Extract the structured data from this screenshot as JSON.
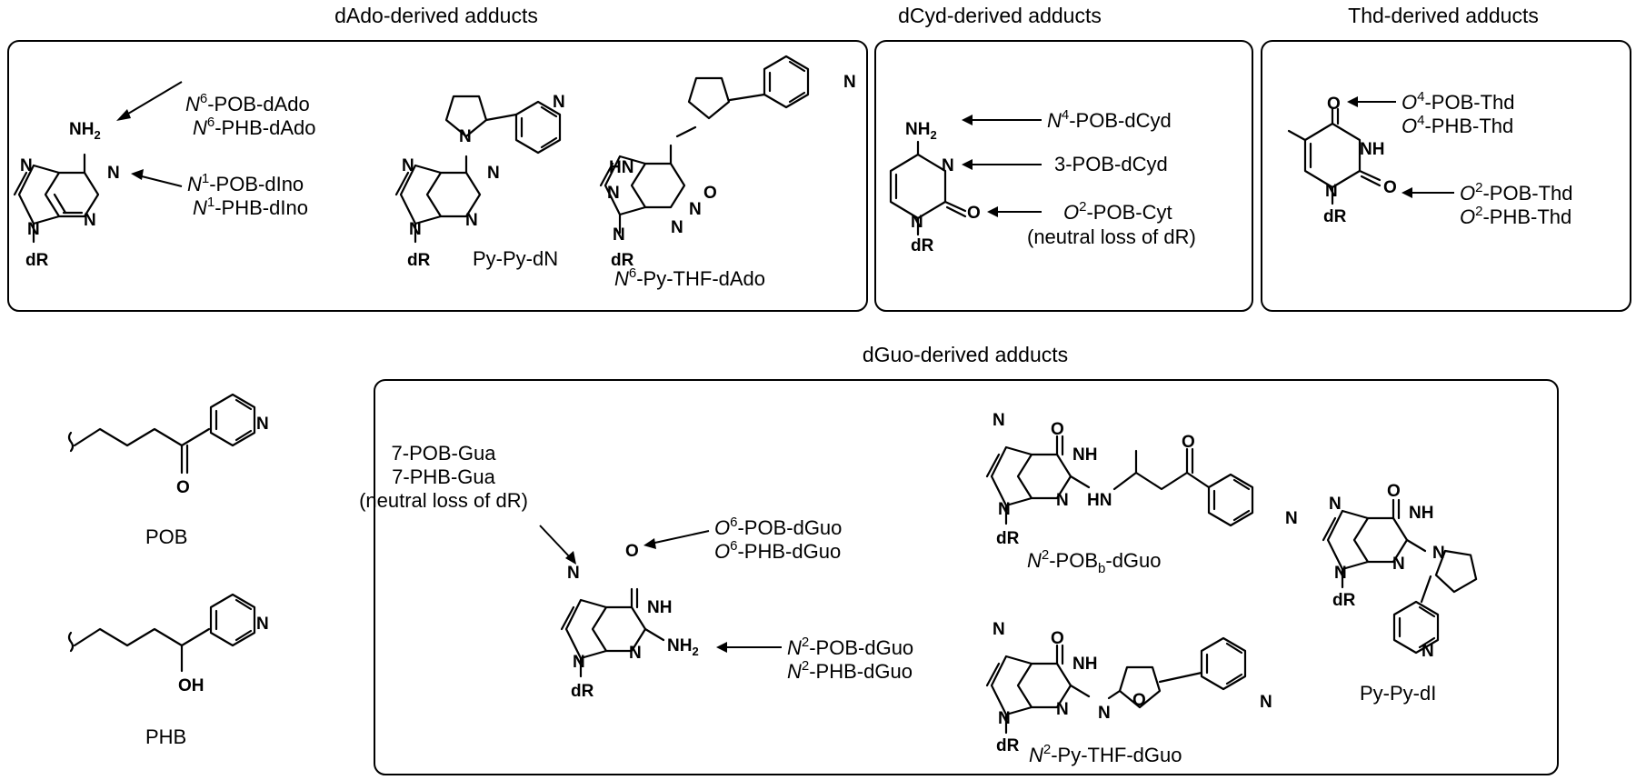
{
  "groups": {
    "dado": "dAdo-derived adducts",
    "dcyd": "dCyd-derived adducts",
    "thd": "Thd-derived adducts",
    "dguo": "dGuo-derived adducts"
  },
  "atoms": {
    "N": "N",
    "O": "O",
    "NH": "NH",
    "HN": "HN",
    "OH": "OH",
    "NH2": "NH",
    "sub2": "2",
    "dR": "dR"
  },
  "adducts": {
    "n6_pob_dado": {
      "pre": "N",
      "sup": "6",
      "post": "-POB-dAdo"
    },
    "n6_phb_dado": {
      "pre": "N",
      "sup": "6",
      "post": "-PHB-dAdo"
    },
    "n1_pob_dino": {
      "pre": "N",
      "sup": "1",
      "post": "-POB-dIno"
    },
    "n1_phb_dino": {
      "pre": "N",
      "sup": "1",
      "post": "-PHB-dIno"
    },
    "py_py_dn": "Py-Py-dN",
    "n6_py_thf_dado": {
      "pre": "N",
      "sup": "6",
      "post": "-Py-THF-dAdo"
    },
    "n4_pob_dcyd": {
      "pre": "N",
      "sup": "4",
      "post": "-POB-dCyd"
    },
    "pob3_dcyd": "3-POB-dCyd",
    "o2_pob_cyt": {
      "pre": "O",
      "sup": "2",
      "post": "-POB-Cyt"
    },
    "neutral_loss": "(neutral loss of dR)",
    "o4_pob_thd": {
      "pre": "O",
      "sup": "4",
      "post": "-POB-Thd"
    },
    "o4_phb_thd": {
      "pre": "O",
      "sup": "4",
      "post": "-PHB-Thd"
    },
    "o2_pob_thd": {
      "pre": "O",
      "sup": "2",
      "post": "-POB-Thd"
    },
    "o2_phb_thd": {
      "pre": "O",
      "sup": "2",
      "post": "-PHB-Thd"
    },
    "pob7_gua": "7-POB-Gua",
    "phb7_gua": "7-PHB-Gua",
    "o6_pob_dguo": {
      "pre": "O",
      "sup": "6",
      "post": "-POB-dGuo"
    },
    "o6_phb_dguo": {
      "pre": "O",
      "sup": "6",
      "post": "-PHB-dGuo"
    },
    "n2_pob_dguo": {
      "pre": "N",
      "sup": "2",
      "post": "-POB-dGuo"
    },
    "n2_phb_dguo": {
      "pre": "N",
      "sup": "2",
      "post": "-PHB-dGuo"
    },
    "n2_pobb_dguo": {
      "pre": "N",
      "sup": "2",
      "mid": "-POB",
      "sub": "b",
      "post": "-dGuo"
    },
    "n2_py_thf_dguo": {
      "pre": "N",
      "sup": "2",
      "post": "-Py-THF-dGuo"
    },
    "py_py_di": "Py-Py-dI"
  },
  "substituents": {
    "pob": "POB",
    "phb": "PHB"
  }
}
